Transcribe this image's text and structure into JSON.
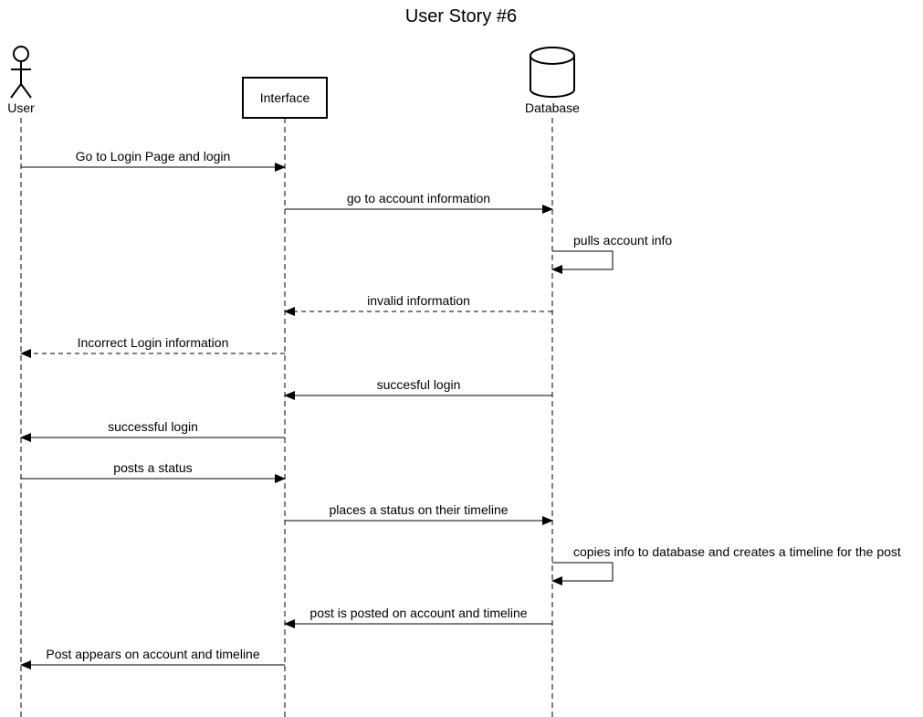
{
  "title": "User Story #6",
  "colors": {
    "line": "#000000",
    "background": "#ffffff"
  },
  "participants": [
    {
      "id": "user",
      "label": "User",
      "kind": "actor",
      "icon": "stick-figure-icon"
    },
    {
      "id": "interface",
      "label": "Interface",
      "kind": "box"
    },
    {
      "id": "database",
      "label": "Database",
      "kind": "database",
      "icon": "database-cylinder-icon"
    }
  ],
  "messages": [
    {
      "from": "user",
      "to": "interface",
      "label": "Go to Login Page and login",
      "style": "solid"
    },
    {
      "from": "interface",
      "to": "database",
      "label": "go to account information",
      "style": "solid"
    },
    {
      "from": "database",
      "to": "database",
      "label": "pulls account info",
      "style": "solid"
    },
    {
      "from": "database",
      "to": "interface",
      "label": "invalid information",
      "style": "dashed"
    },
    {
      "from": "interface",
      "to": "user",
      "label": "Incorrect Login information",
      "style": "dashed"
    },
    {
      "from": "database",
      "to": "interface",
      "label": "succesful login",
      "style": "solid"
    },
    {
      "from": "interface",
      "to": "user",
      "label": "successful login",
      "style": "solid"
    },
    {
      "from": "user",
      "to": "interface",
      "label": "posts a status",
      "style": "solid"
    },
    {
      "from": "interface",
      "to": "database",
      "label": "places a status on their timeline",
      "style": "solid"
    },
    {
      "from": "database",
      "to": "database",
      "label": "copies info to database and creates a timeline for the post",
      "style": "solid"
    },
    {
      "from": "database",
      "to": "interface",
      "label": "post is posted on account and timeline",
      "style": "solid"
    },
    {
      "from": "interface",
      "to": "user",
      "label": "Post appears on account and timeline",
      "style": "solid"
    }
  ]
}
